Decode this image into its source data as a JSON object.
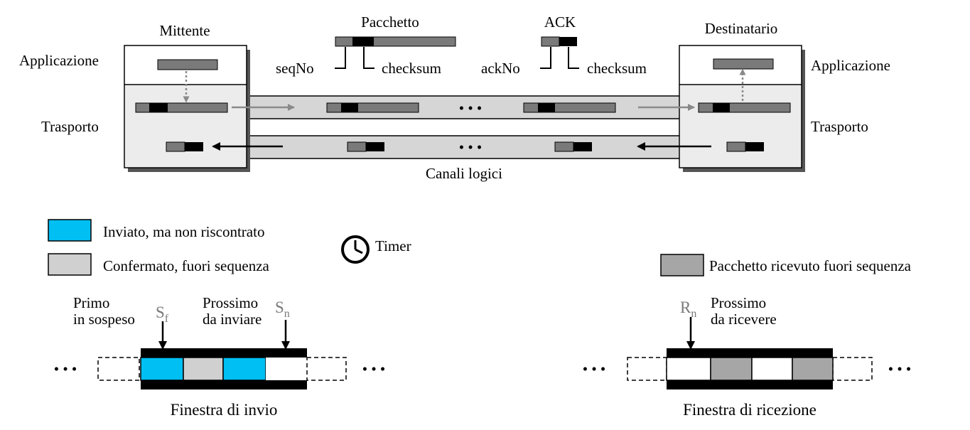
{
  "title_sender": "Mittente",
  "title_receiver": "Destinatario",
  "layer_app_left": "Applicazione",
  "layer_app_right": "Applicazione",
  "layer_transport_left": "Trasporto",
  "layer_transport_right": "Trasporto",
  "packet_label": "Pacchetto",
  "packet_seq": "seqNo",
  "packet_checksum": "checksum",
  "ack_label": "ACK",
  "ack_no": "ackNo",
  "ack_checksum": "checksum",
  "channels_label": "Canali logici",
  "ellipsis": "• • •",
  "legend": {
    "sent_unacked": "Inviato, ma non riscontrato",
    "acked_out_of_order": "Confermato, fuori sequenza",
    "timer": "Timer",
    "received_out_of_order": "Pacchetto ricevuto fuori sequenza"
  },
  "send_window": {
    "label": "Finestra di invio",
    "first_pending_line1": "Primo",
    "first_pending_line2": "in sospeso",
    "sf": "S",
    "sf_sub": "f",
    "next_line1": "Prossimo",
    "next_line2": "da inviare",
    "sn": "S",
    "sn_sub": "n"
  },
  "recv_window": {
    "label": "Finestra di ricezione",
    "rn": "R",
    "rn_sub": "n",
    "next_line1": "Prossimo",
    "next_line2": "da ricevere"
  },
  "colors": {
    "sent_unacked": "#00bff3",
    "acked": "#d0d0d0",
    "received": "#a6a6a6",
    "channel": "#d6d6d6",
    "packet_gray": "#8c8c8c",
    "dashed_arrow": "#8a8a8a"
  }
}
